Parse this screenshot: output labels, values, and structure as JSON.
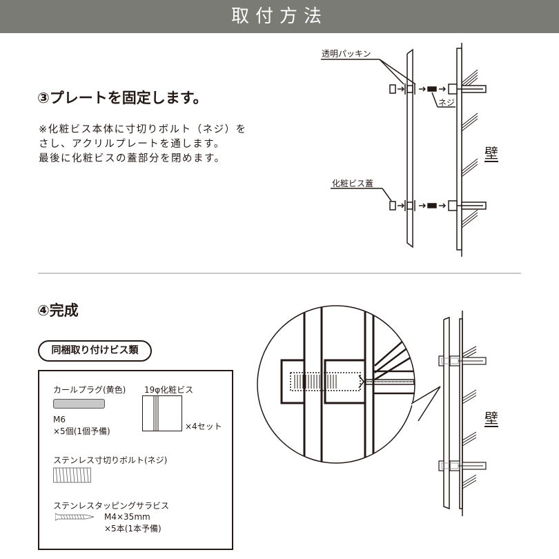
{
  "header": {
    "title": "取付方法",
    "bg_color": "#7b7b76"
  },
  "step3": {
    "title": "③プレートを固定します。",
    "description": [
      "※化粧ビス本体に寸切りボルト（ネジ）を",
      "さし、アクリルプレートを通します。",
      "最後に化粧ビスの蓋部分を閉めます。"
    ],
    "diagram": {
      "labels": {
        "packing": "透明パッキン",
        "screw": "ネジ",
        "cap": "化粧ビス蓋",
        "wall": "壁"
      }
    }
  },
  "step4": {
    "title": "④完成",
    "parts_heading": "同梱取り付けビス類",
    "parts": {
      "plug": {
        "name": "カールプラグ(黄色)",
        "size": "M6",
        "qty": "×5個(1個予備)",
        "color": "#c8c8c8"
      },
      "cap_screw": {
        "name": "19φ化粧ビス",
        "qty": "×4セット"
      },
      "bolt": {
        "name": "ステンレス寸切りボルト(ネジ)"
      },
      "tapping": {
        "name": "ステンレスタッピングサラビス",
        "size": "M4×35mm",
        "qty": "×5本(1本予備)"
      }
    },
    "diagram": {
      "labels": {
        "wall": "壁"
      }
    }
  }
}
